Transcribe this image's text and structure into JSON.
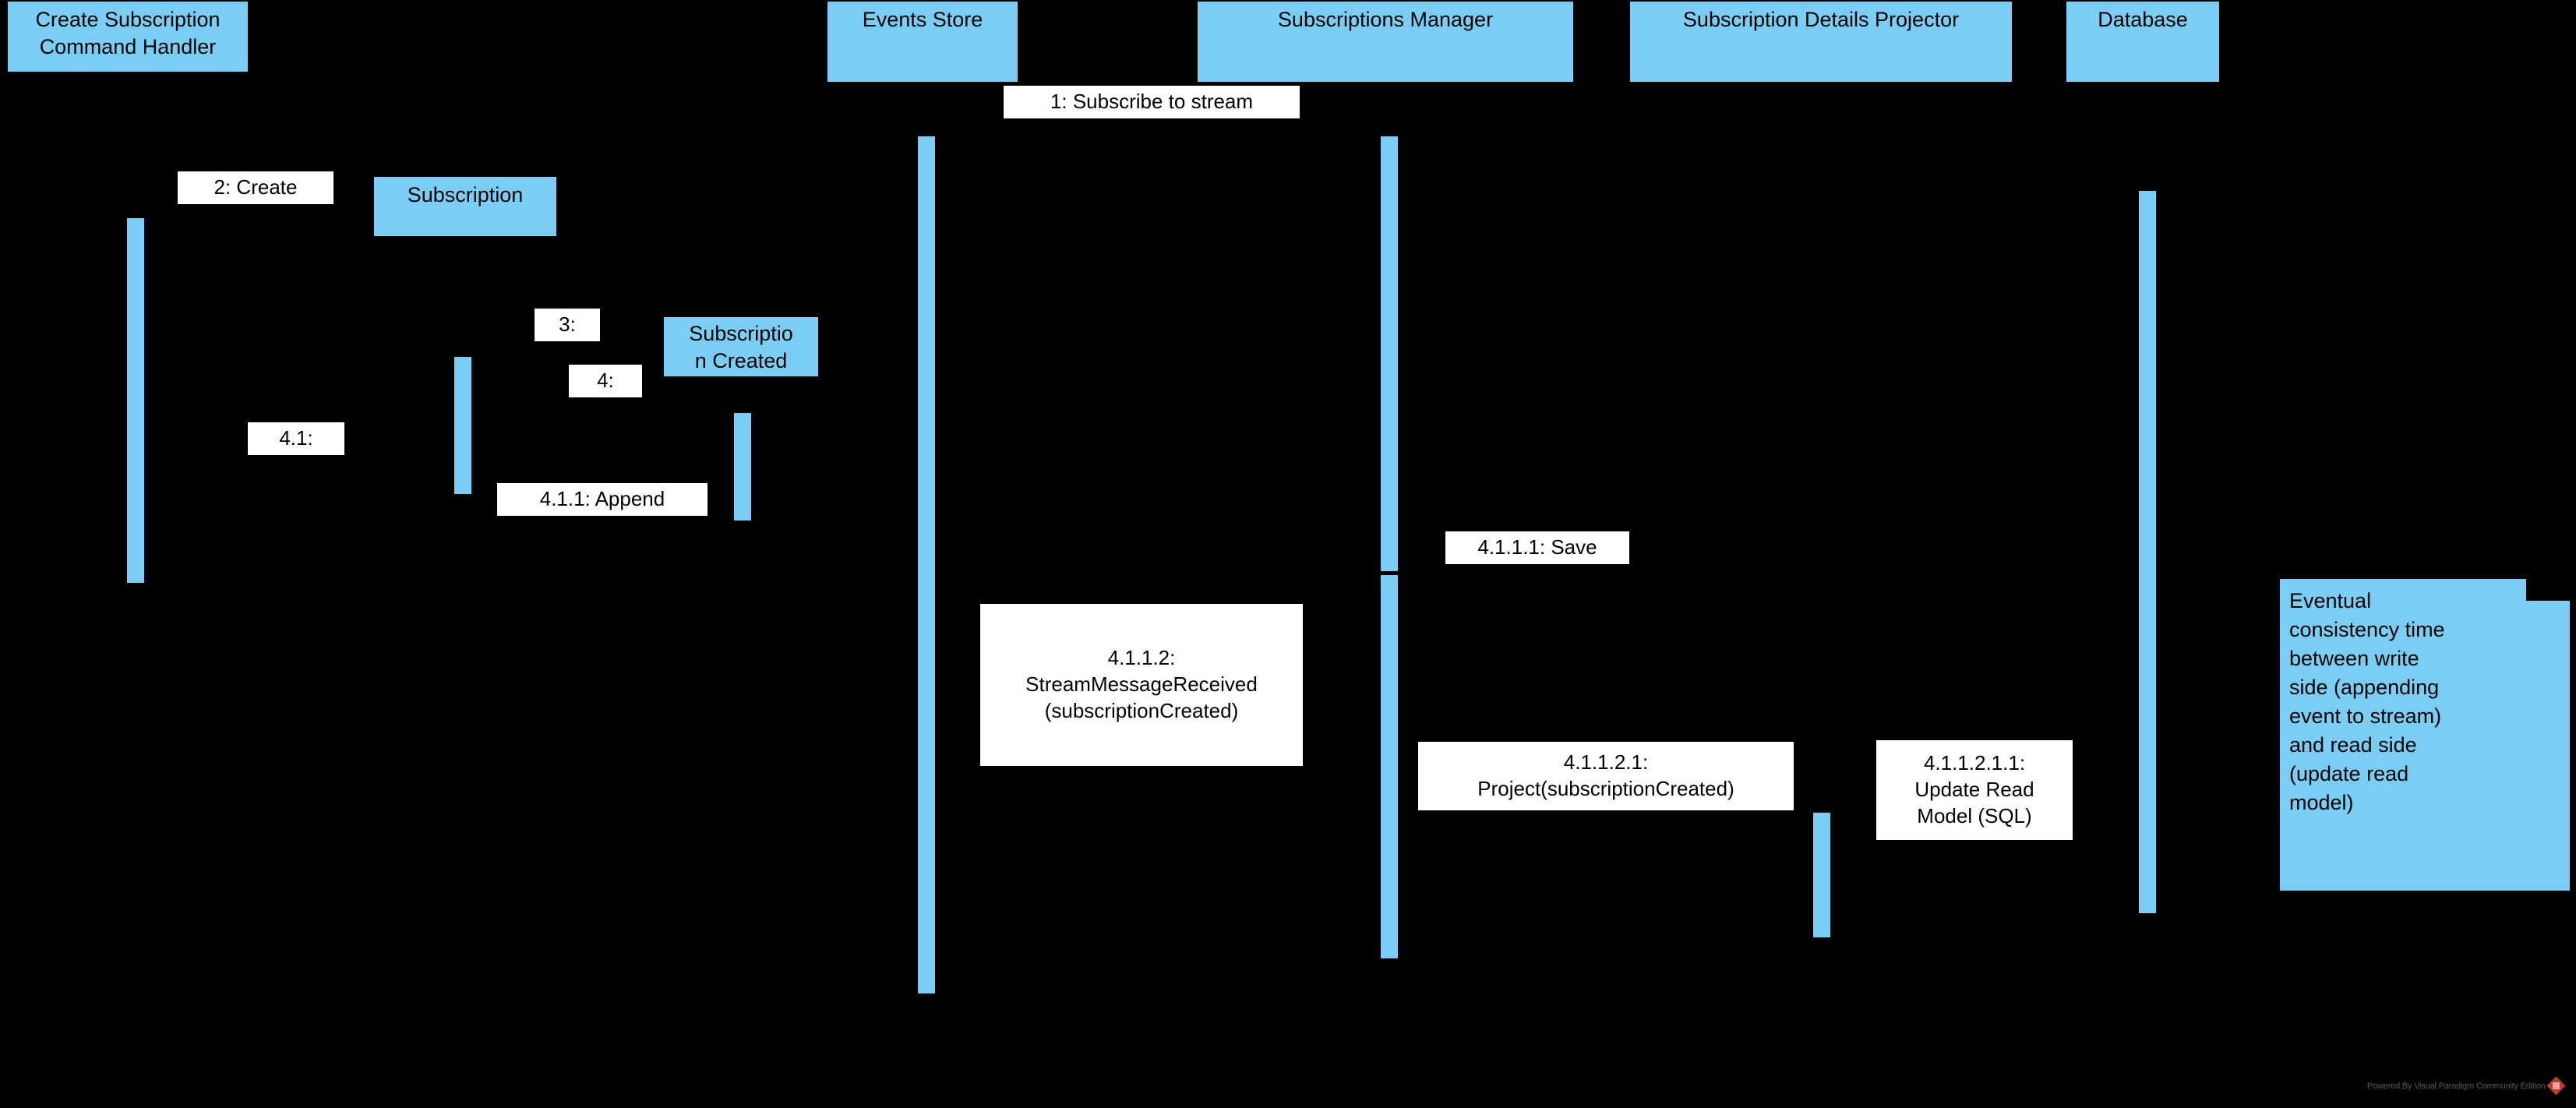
{
  "diagram": {
    "type": "uml-sequence-diagram",
    "background_color": "#000000",
    "accent_color": "#7ACEF4",
    "label_background_color": "#FFFFFF"
  },
  "participants": [
    {
      "name": "create-subscription-command-handler",
      "label": "Create Subscription\nCommand Handler"
    },
    {
      "name": "events-store",
      "label": "Events Store"
    },
    {
      "name": "subscriptions-manager",
      "label": "Subscriptions Manager"
    },
    {
      "name": "subscription-details-projector",
      "label": "Subscription Details Projector"
    },
    {
      "name": "database",
      "label": "Database"
    },
    {
      "name": "subscription",
      "label": "Subscription"
    },
    {
      "name": "subscription-created",
      "label": "Subscriptio\nn Created"
    }
  ],
  "messages": [
    {
      "name": "message-1",
      "label": "1: Subscribe to stream"
    },
    {
      "name": "message-2",
      "label": "2: Create"
    },
    {
      "name": "message-3",
      "label": "3:"
    },
    {
      "name": "message-4",
      "label": "4:"
    },
    {
      "name": "message-4-1",
      "label": "4.1:"
    },
    {
      "name": "message-4-1-1",
      "label": "4.1.1: Append"
    },
    {
      "name": "message-4-1-1-1",
      "label": "4.1.1.1: Save"
    },
    {
      "name": "message-4-1-1-2",
      "label": "4.1.1.2:\nStreamMessageReceived\n(subscriptionCreated)"
    },
    {
      "name": "message-4-1-1-2-1",
      "label": "4.1.1.2.1:\nProject(subscriptionCreated)"
    },
    {
      "name": "message-4-1-1-2-1-1",
      "label": "4.1.1.2.1.1:\nUpdate Read\nModel (SQL)"
    }
  ],
  "note": {
    "label": "Eventual\nconsistency time\nbetween write\nside (appending\nevent to stream)\nand read side\n(update read\nmodel)"
  },
  "watermark": {
    "label": "Powered By Visual Paradigm Community Edition"
  }
}
